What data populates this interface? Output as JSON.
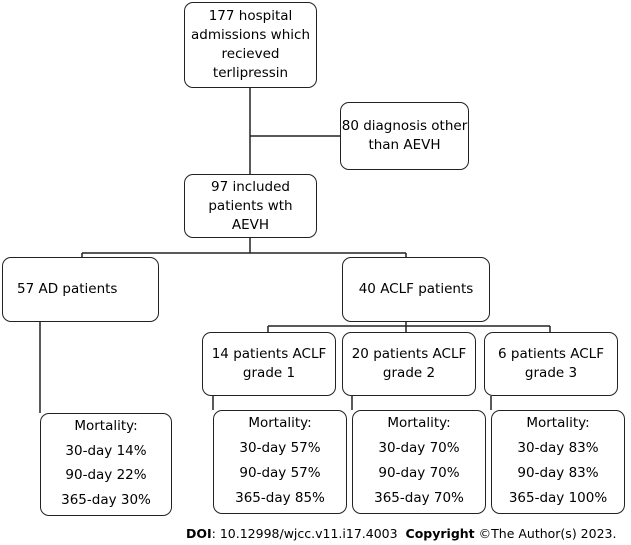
{
  "nodes": {
    "admissions": {
      "lines": [
        "177 hospital",
        "admissions which",
        "recieved",
        "terlipressin"
      ]
    },
    "excluded": {
      "lines": [
        "80 diagnosis other",
        "than AEVH"
      ]
    },
    "included": {
      "lines": [
        "97 included",
        "patients wth",
        "AEVH"
      ]
    },
    "ad": {
      "lines": [
        "57 AD patients"
      ]
    },
    "aclf": {
      "lines": [
        "40 ACLF patients"
      ]
    },
    "grade1": {
      "lines": [
        "14 patients ACLF",
        "grade 1"
      ]
    },
    "grade2": {
      "lines": [
        "20 patients ACLF",
        "grade 2"
      ]
    },
    "grade3": {
      "lines": [
        "6 patients ACLF",
        "grade 3"
      ]
    }
  },
  "mortality": {
    "ad": {
      "title": "Mortality:",
      "rows": [
        "30-day 14%",
        "90-day 22%",
        "365-day 30%"
      ]
    },
    "grade1": {
      "title": "Mortality:",
      "rows": [
        "30-day 57%",
        "90-day 57%",
        "365-day 85%"
      ]
    },
    "grade2": {
      "title": "Mortality:",
      "rows": [
        "30-day 70%",
        "90-day 70%",
        "365-day 70%"
      ]
    },
    "grade3": {
      "title": "Mortality:",
      "rows": [
        "30-day 83%",
        "90-day 83%",
        "365-day 100%"
      ]
    }
  },
  "footer": {
    "doi_label": "DOI",
    "doi_value": ": 10.12998/wjcc.v11.i17.4003",
    "copyright_label": "Copyright",
    "copyright_value": " ©The Author(s) 2023."
  },
  "colors": {
    "line": "#222222",
    "background": "#ffffff"
  }
}
